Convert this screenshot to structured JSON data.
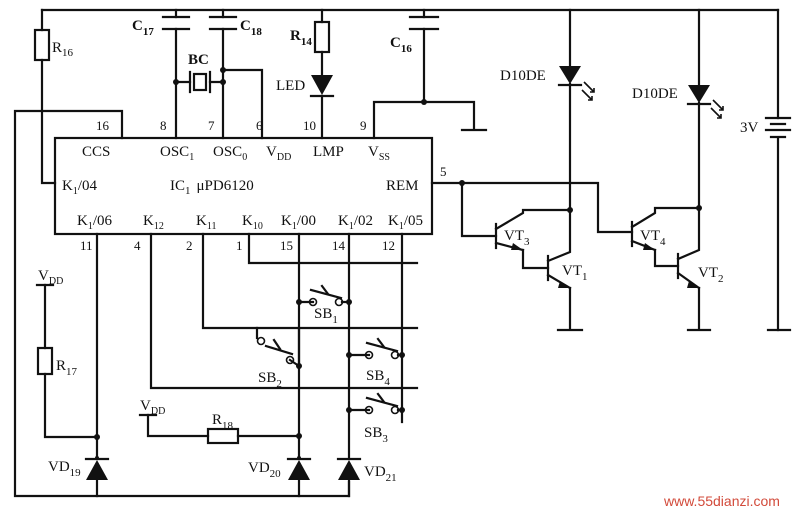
{
  "diagram": {
    "ic": {
      "ref": "IC",
      "ref_sub": "1",
      "part": "μPD6120",
      "pins_top": [
        {
          "num": "16",
          "name": "CCS"
        },
        {
          "num": "8",
          "name": "OSC",
          "sub": "1"
        },
        {
          "num": "7",
          "name": "OSC",
          "sub": "0"
        },
        {
          "num": "6",
          "name": "V",
          "sub": "DD"
        },
        {
          "num": "10",
          "name": "LMP"
        },
        {
          "num": "9",
          "name": "V",
          "sub": "SS"
        }
      ],
      "pins_bottom": [
        {
          "num": "11",
          "name": "K",
          "sub": "1",
          "suffix": "/06"
        },
        {
          "num": "4",
          "name": "K",
          "sub": "12"
        },
        {
          "num": "2",
          "name": "K",
          "sub": "11"
        },
        {
          "num": "1",
          "name": "K",
          "sub": "10"
        },
        {
          "num": "15",
          "name": "K",
          "sub": "1",
          "suffix": "/00"
        },
        {
          "num": "14",
          "name": "K",
          "sub": "1",
          "suffix": "/02"
        },
        {
          "num": "12",
          "name": "K",
          "sub": "1",
          "suffix": "/05"
        }
      ],
      "pin_left": {
        "name": "K",
        "sub": "1",
        "suffix": "/04"
      },
      "pin_right": {
        "num": "5",
        "name": "REM"
      }
    },
    "components": {
      "r16": {
        "main": "R",
        "sub": "16"
      },
      "c17": {
        "main": "C",
        "sub": "17"
      },
      "c18": {
        "main": "C",
        "sub": "18"
      },
      "bc": "BC",
      "r14": {
        "main": "R",
        "sub": "14"
      },
      "led": "LED",
      "c16": {
        "main": "C",
        "sub": "16"
      },
      "ir1": "D10DE",
      "ir2": "D10DE",
      "battery": "3V",
      "vt3": {
        "main": "VT",
        "sub": "3"
      },
      "vt1": {
        "main": "VT",
        "sub": "1"
      },
      "vt4": {
        "main": "VT",
        "sub": "4"
      },
      "vt2": {
        "main": "VT",
        "sub": "2"
      },
      "vdd1": {
        "main": "V",
        "sub": "DD"
      },
      "vdd2": {
        "main": "V",
        "sub": "DD"
      },
      "r17": {
        "main": "R",
        "sub": "17"
      },
      "r18": {
        "main": "R",
        "sub": "18"
      },
      "sb1": {
        "main": "SB",
        "sub": "1"
      },
      "sb2": {
        "main": "SB",
        "sub": "2"
      },
      "sb4": {
        "main": "SB",
        "sub": "4"
      },
      "sb3": {
        "main": "SB",
        "sub": "3"
      },
      "vd19": {
        "main": "VD",
        "sub": "19"
      },
      "vd20": {
        "main": "VD",
        "sub": "20"
      },
      "vd21": {
        "main": "VD",
        "sub": "21"
      }
    },
    "watermark": "www.55dianzi.com"
  }
}
